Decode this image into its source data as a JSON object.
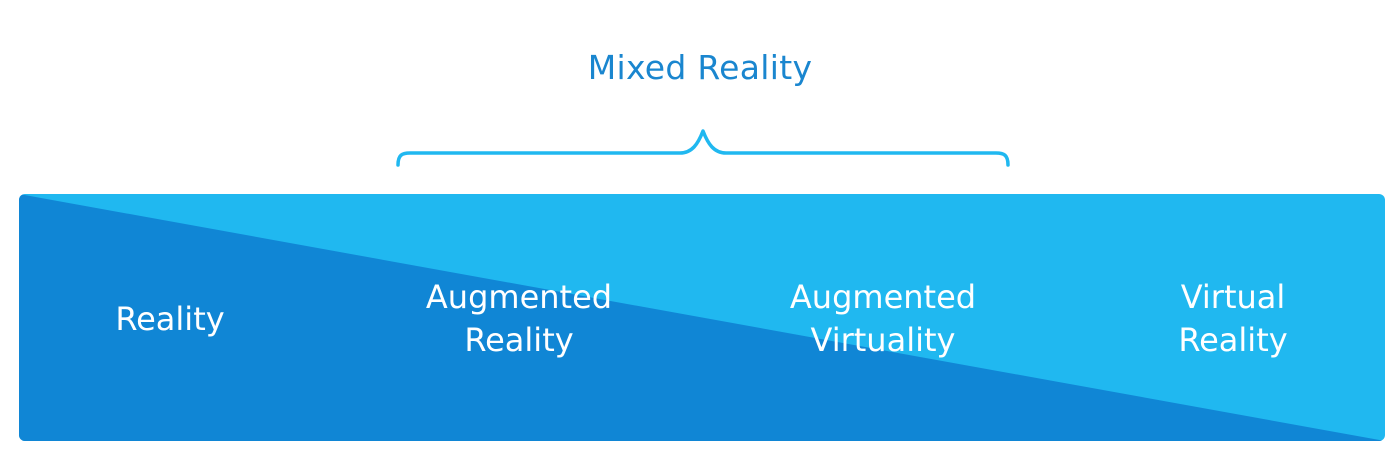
{
  "colors": {
    "light_blue": "#20b8f0",
    "dark_blue": "#1086d5",
    "title_blue": "#1a86cf",
    "label_white": "#ffffff"
  },
  "diagram": {
    "title": "Mixed Reality",
    "stages": [
      {
        "line1": "Reality",
        "line2": ""
      },
      {
        "line1": "Augmented",
        "line2": "Reality"
      },
      {
        "line1": "Augmented",
        "line2": "Virtuality"
      },
      {
        "line1": "Virtual",
        "line2": "Reality"
      }
    ]
  }
}
